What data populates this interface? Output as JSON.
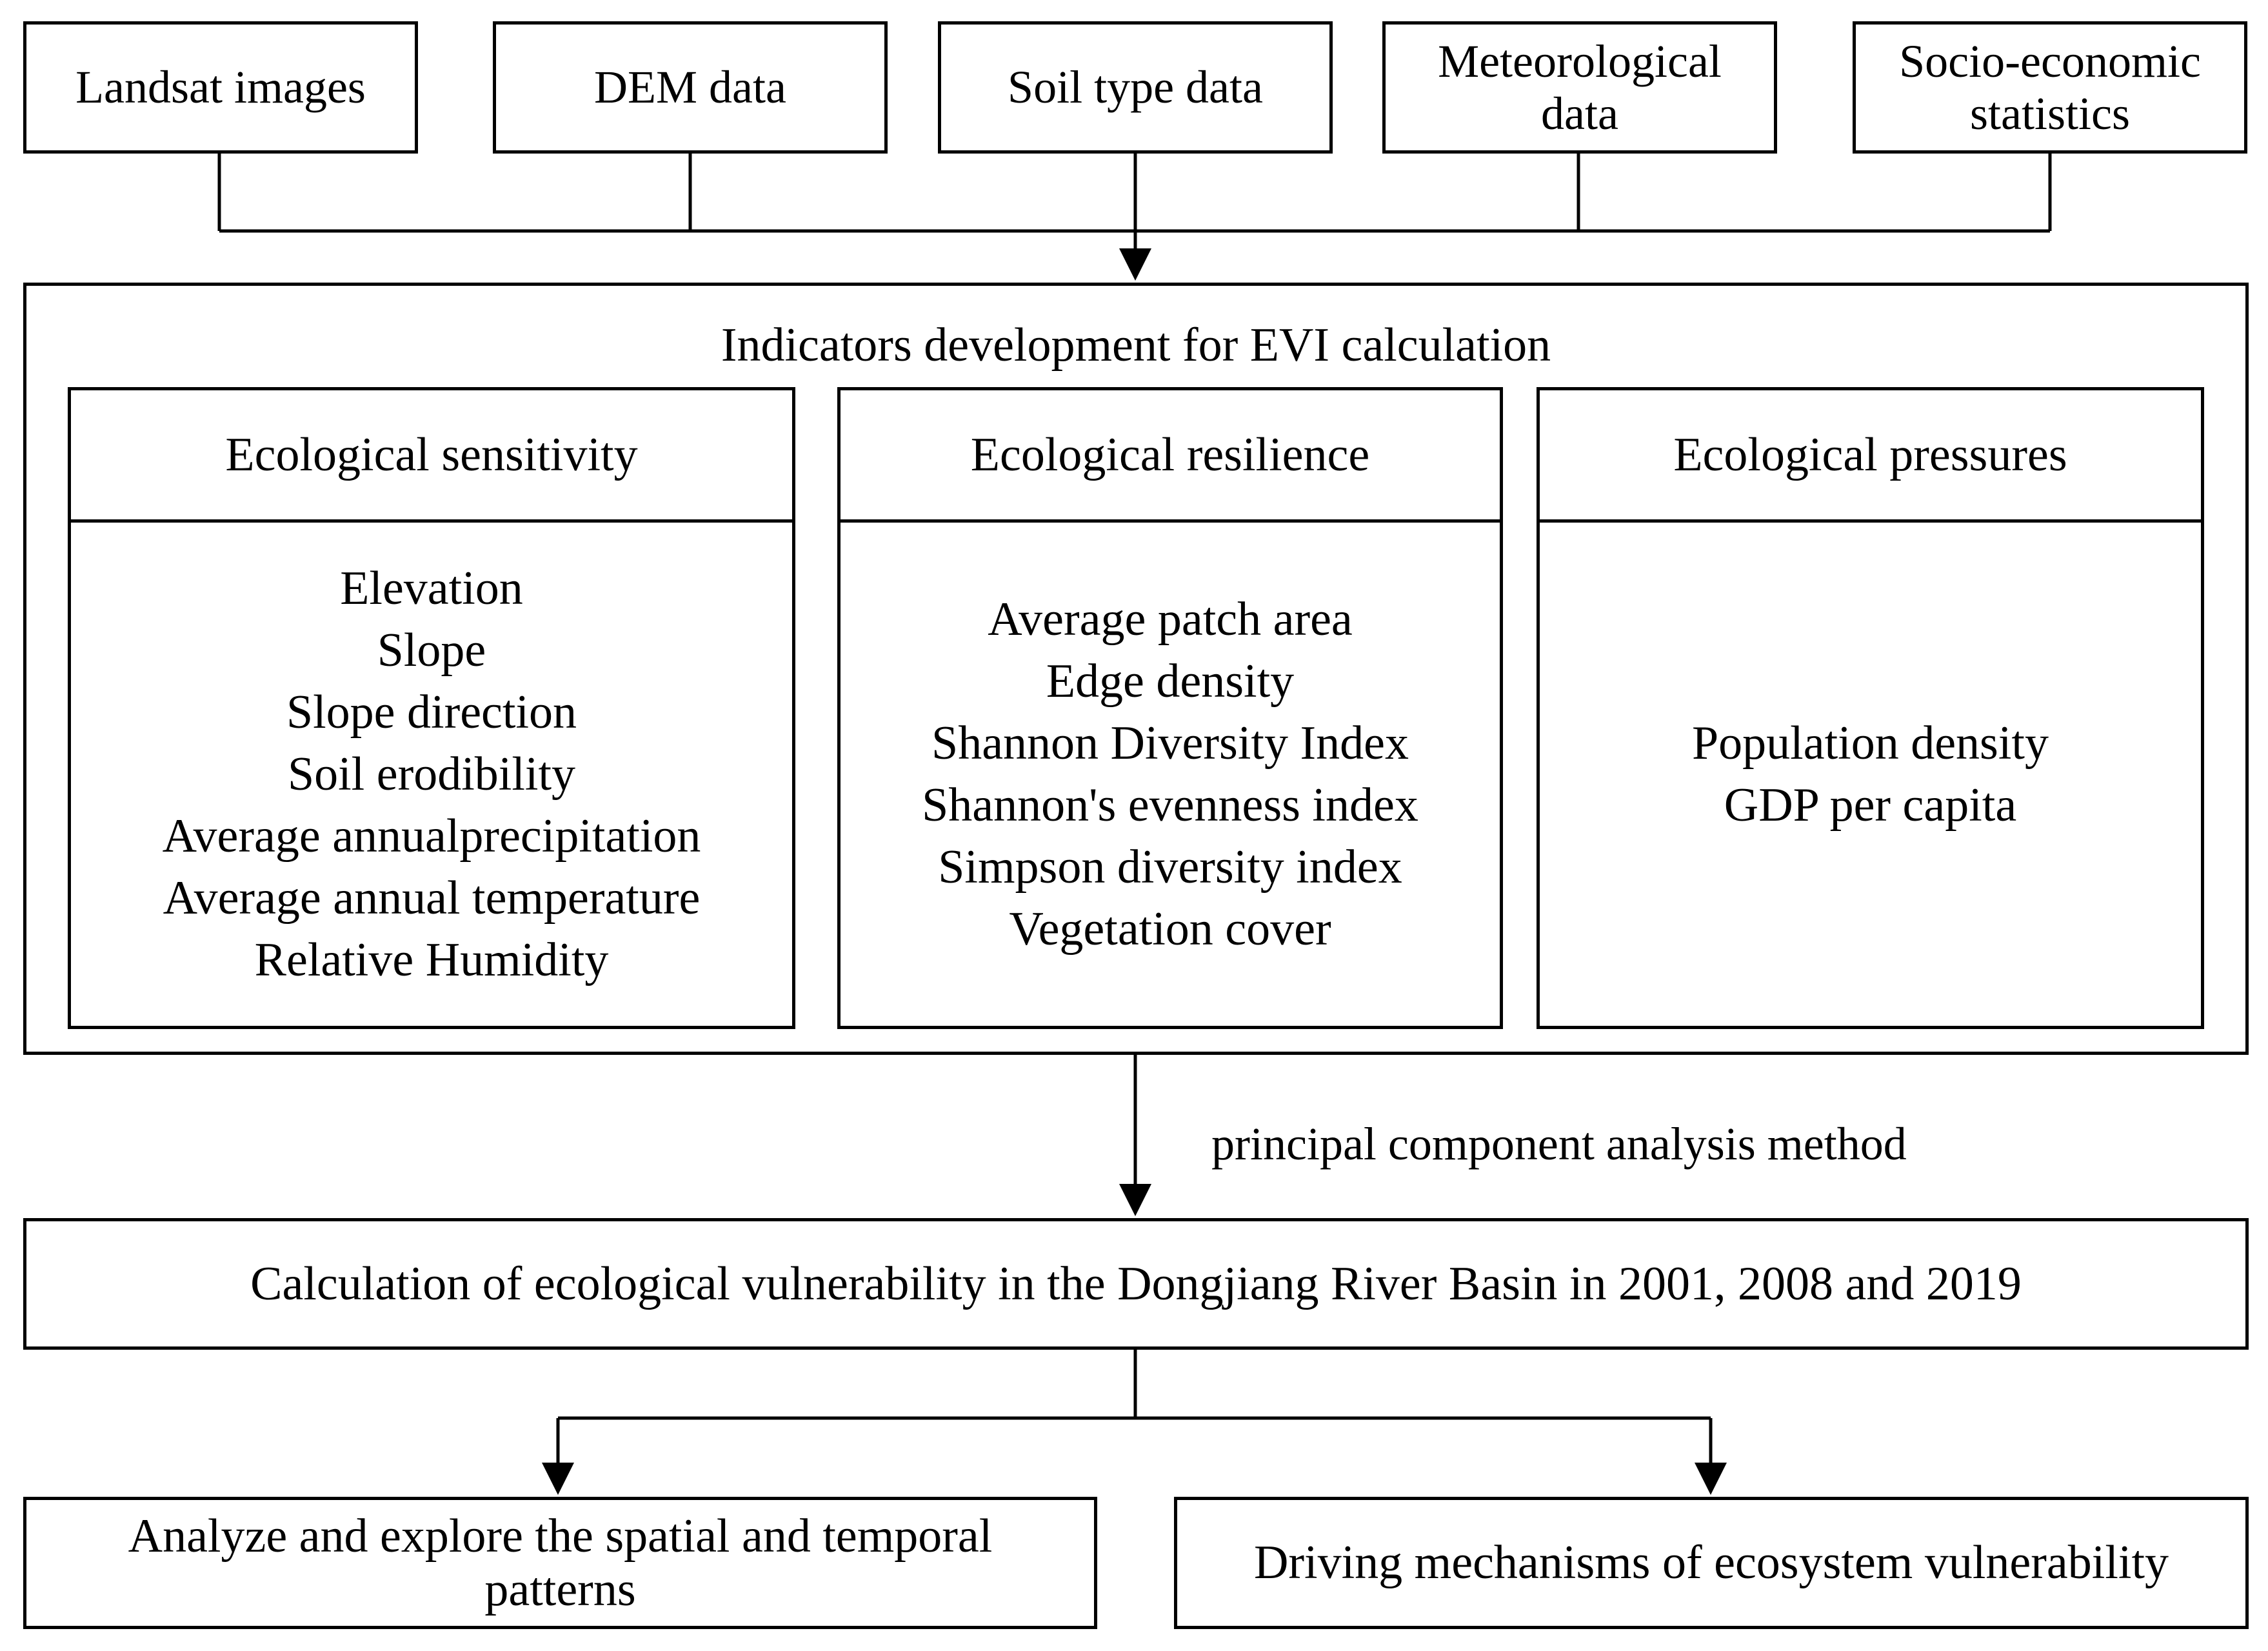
{
  "sources": [
    {
      "label": "Landsat images"
    },
    {
      "label": "DEM data"
    },
    {
      "label": "Soil type data"
    },
    {
      "label": "Meteorological data"
    },
    {
      "label": "Socio-economic statistics"
    }
  ],
  "indicators_title": "Indicators development for EVI calculation",
  "panels": [
    {
      "title": "Ecological sensitivity",
      "items": [
        "Elevation",
        "Slope",
        "Slope direction",
        "Soil erodibility",
        "Average annualprecipitation",
        "Average annual temperature",
        "Relative Humidity"
      ]
    },
    {
      "title": "Ecological resilience",
      "items": [
        "Average patch area",
        "Edge density",
        "Shannon Diversity Index",
        "Shannon's evenness index",
        "Simpson diversity index",
        "Vegetation cover"
      ]
    },
    {
      "title": "Ecological pressures",
      "items": [
        "Population density",
        "GDP per capita"
      ]
    }
  ],
  "method_label": "principal component analysis method",
  "calculation": "Calculation of ecological vulnerability in the Dongjiang River Basin in 2001, 2008 and 2019",
  "outputs": [
    {
      "label": "Analyze and explore the spatial and temporal patterns"
    },
    {
      "label": "Driving mechanisms of ecosystem vulnerability"
    }
  ]
}
